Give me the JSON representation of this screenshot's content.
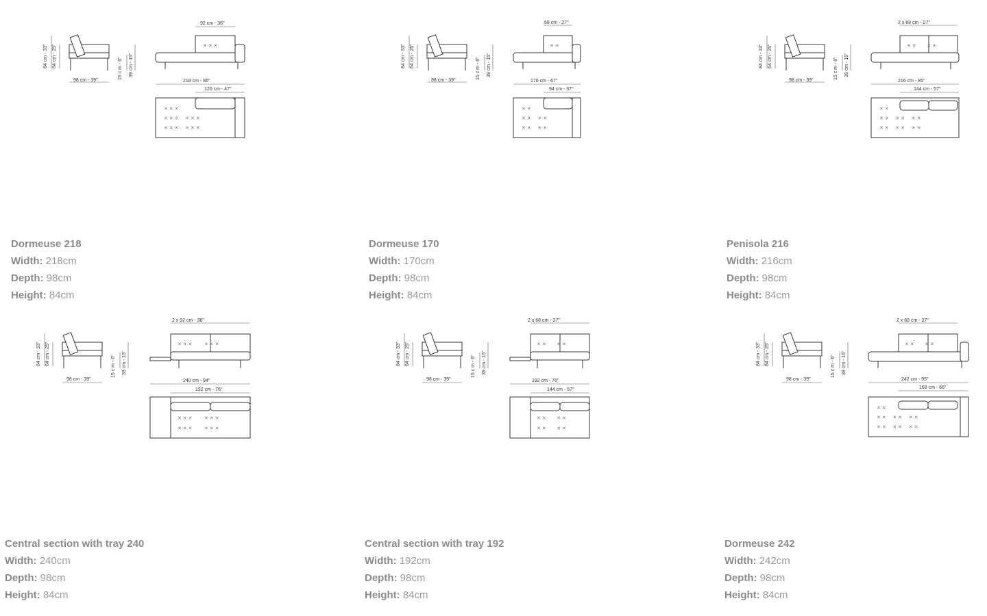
{
  "products": [
    {
      "name": "Dormeuse 218",
      "width_label": "Width:",
      "width": "218cm",
      "depth_label": "Depth:",
      "depth": "98cm",
      "height_label": "Height:",
      "height": "84cm",
      "drawing": {
        "height_total": "84 cm - 33\"",
        "height_seat": "64 cm - 25\"",
        "depth": "98 cm - 39\"",
        "leg": "15 c m - 6\"",
        "seat": "39 cm - 15\"",
        "cushion": "92 cm - 36\"",
        "overall": "218 cm - 86\"",
        "module": "120 cm - 47\""
      }
    },
    {
      "name": "Dormeuse 170",
      "width_label": "Width:",
      "width": "170cm",
      "depth_label": "Depth:",
      "depth": "98cm",
      "height_label": "Height:",
      "height": "84cm",
      "drawing": {
        "height_total": "84 cm - 33\"",
        "height_seat": "64 cm - 25\"",
        "depth": "98 cm - 39\"",
        "leg": "15 c m - 6\"",
        "seat": "39 cm - 15\"",
        "cushion": "68 cm - 27\"",
        "overall": "170 cm - 67\"",
        "module": "94 cm - 37\""
      }
    },
    {
      "name": "Penisola 216",
      "width_label": "Width:",
      "width": "216cm",
      "depth_label": "Depth:",
      "depth": "98cm",
      "height_label": "Height:",
      "height": "84cm",
      "drawing": {
        "height_total": "84 cm - 33\"",
        "height_seat": "64 cm - 25\"",
        "depth": "98 cm - 39\"",
        "leg": "15 c m - 6\"",
        "seat": "39 cm - 15\"",
        "cushion": "2 x 68 cm - 27\"",
        "overall": "216 cm - 85\"",
        "module": "144 cm - 57\""
      }
    },
    {
      "name": "Central section with tray 240",
      "width_label": "Width:",
      "width": "240cm",
      "depth_label": "Depth:",
      "depth": "98cm",
      "height_label": "Height:",
      "height": "84cm",
      "drawing": {
        "height_total": "84 cm - 33\"",
        "height_seat": "64 cm - 25\"",
        "depth": "98 cm - 39\"",
        "leg": "15 c m - 6\"",
        "seat": "39 cm - 15\"",
        "cushion": "2 x 92 cm - 36\"",
        "overall": "240 cm - 94\"",
        "module": "192 cm - 76\""
      }
    },
    {
      "name": "Central section with tray 192",
      "width_label": "Width:",
      "width": "192cm",
      "depth_label": "Depth:",
      "depth": "98cm",
      "height_label": "Height:",
      "height": "84cm",
      "drawing": {
        "height_total": "84 cm - 33\"",
        "height_seat": "64 cm - 25\"",
        "depth": "98 cm - 39\"",
        "leg": "15 c m - 6\"",
        "seat": "39 cm - 15\"",
        "cushion": "2 x 68 cm - 27\"",
        "overall": "192 cm - 76\"",
        "module": "144 cm - 57\""
      }
    },
    {
      "name": "Dormeuse 242",
      "width_label": "Width:",
      "width": "242cm",
      "depth_label": "Depth:",
      "depth": "98cm",
      "height_label": "Height:",
      "height": "84cm",
      "drawing": {
        "height_total": "84 cm - 33\"",
        "height_seat": "64 cm - 25\"",
        "depth": "98 cm - 39\"",
        "leg": "15 c m - 6\"",
        "seat": "39 cm - 15\"",
        "cushion": "2 x 68 cm - 27\"",
        "overall": "242 cm - 95\"",
        "module": "168 cm - 66\""
      }
    }
  ]
}
